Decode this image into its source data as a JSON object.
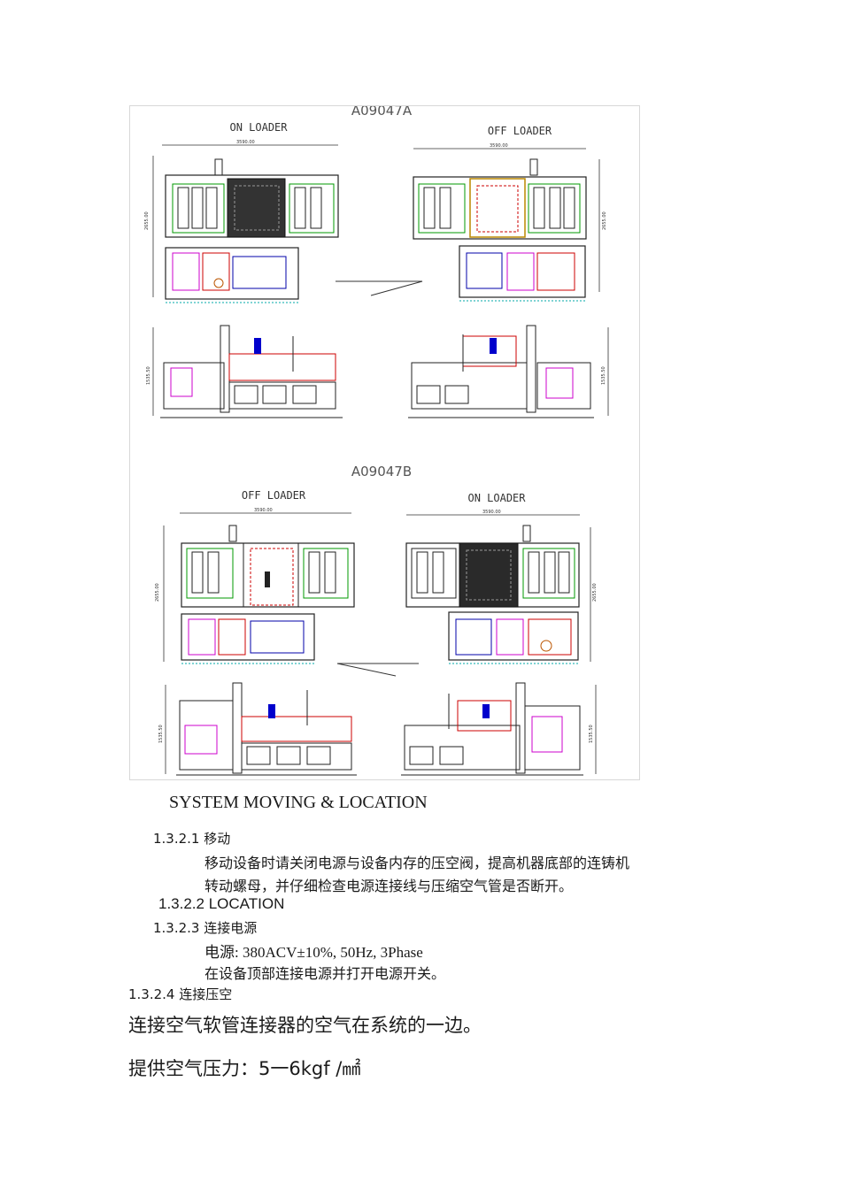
{
  "figure": {
    "title_a": "A09047A",
    "title_b": "A09047B",
    "a_left_label": "ON LOADER",
    "a_right_label": "OFF LOADER",
    "b_left_label": "OFF LOADER",
    "b_right_label": "ON LOADER",
    "width_dim": "3590.00",
    "height_dim": "2655.00",
    "side_dim": "1535.50"
  },
  "caption": "SYSTEM MOVING & LOCATION",
  "sections": {
    "s1_heading": "1.3.2.1 移动",
    "s1_line1": "移动设备时请关闭电源与设备内存的压空阀，提高机器底部的连铸机",
    "s1_line2": "转动螺母，并仔细检查电源连接线与压缩空气管是否断开。",
    "s2_heading": "1.3.2.2 LOCATION",
    "s3_heading": "1.3.2.3  连接电源",
    "s3_line1": "电源: 380ACV±10%, 50Hz, 3Phase",
    "s3_line2": "在设备顶部连接电源并打开电源开关。",
    "s4_heading": "1.3.2.4  连接压空",
    "s4_line1": "连接空气软管连接器的空气在系统的一边。",
    "s4_line2": "提供空气压力：5一6kgf /㎟"
  }
}
